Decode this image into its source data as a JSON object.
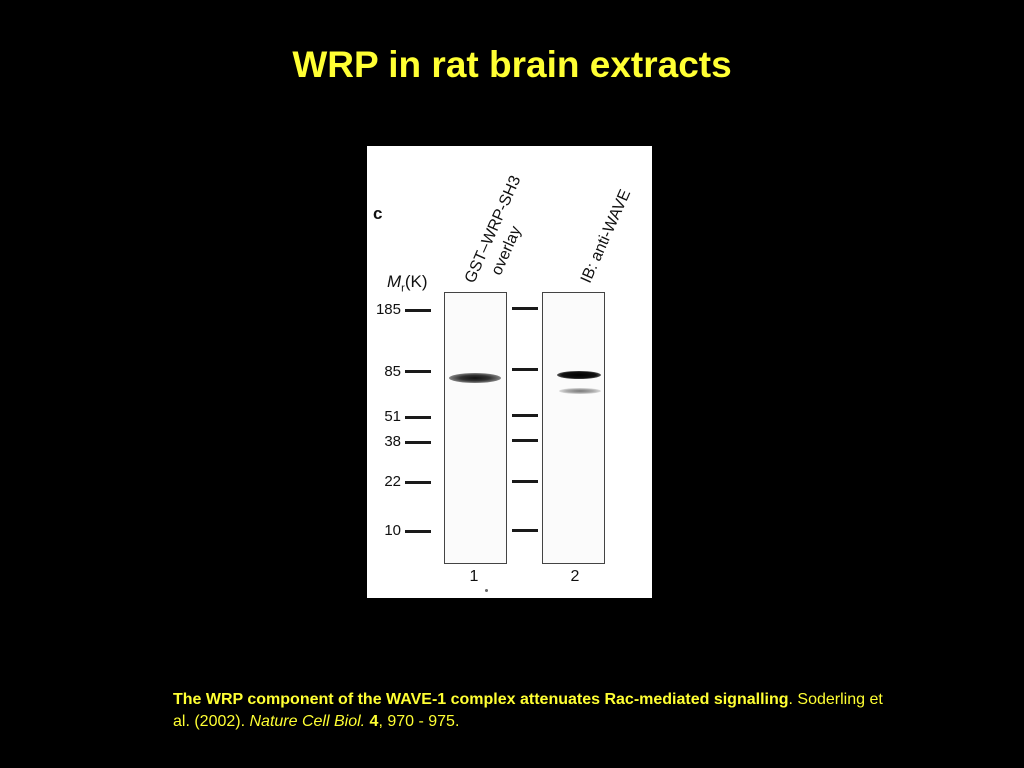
{
  "slide": {
    "title": "WRP in rat brain extracts"
  },
  "figure": {
    "panel_letter": "c",
    "mr_label_symbol": "M",
    "mr_label_subscript": "r",
    "mr_label_unit": "(K)",
    "lane1_header_line1": "GST–WRP-SH3",
    "lane1_header_line2": "overlay",
    "lane2_header": "IB: anti-WAVE",
    "lane1_number": "1",
    "lane2_number": "2",
    "markers": [
      "185",
      "85",
      "51",
      "38",
      "22",
      "10"
    ]
  },
  "caption": {
    "title_bold": "The WRP component of the WAVE-1 complex attenuates Rac-mediated signalling",
    "authors": ". Soderling et al. (2002). ",
    "journal": "Nature Cell Biol.",
    "volume_bold": "4",
    "pages": ", 970 - 975."
  },
  "colors": {
    "background": "#000000",
    "title_text": "#ffff33",
    "caption_text": "#ffff33",
    "figure_background": "#ffffff"
  }
}
